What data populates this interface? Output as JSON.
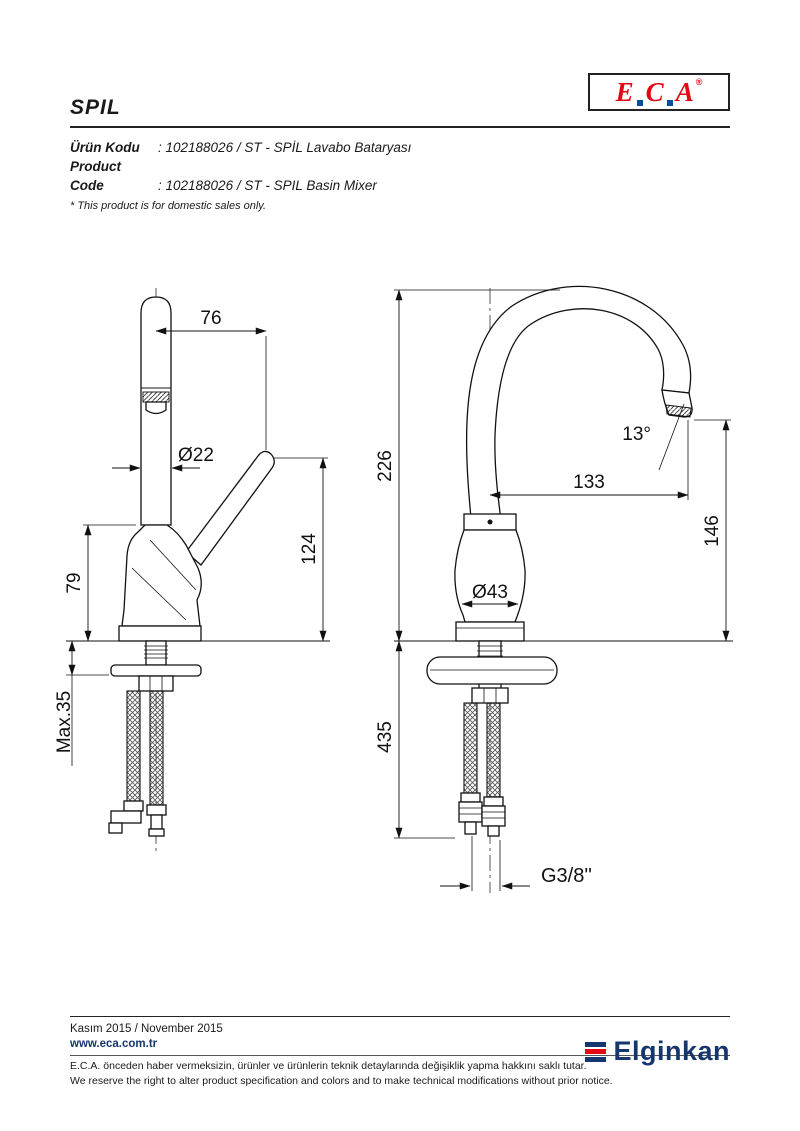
{
  "header": {
    "title": "SPIL",
    "logo_letters": [
      "E",
      "C",
      "A"
    ],
    "logo_reg": "®"
  },
  "product": {
    "label_tr": "Ürün Kodu",
    "value_tr": ": 102188026 / ST - SPİL  Lavabo Bataryası",
    "label_en": "Product Code",
    "value_en": ": 102188026 / ST - SPIL Basin Mixer",
    "note": "* This product is for domestic sales only."
  },
  "drawing": {
    "dims": {
      "top_offset": "76",
      "spout_diameter": "Ø22",
      "spout_height": "124",
      "body_height": "79",
      "deck_max": "Max.35",
      "total_height": "226",
      "outlet_angle": "13°",
      "spout_reach": "133",
      "outlet_height": "146",
      "body_diameter": "Ø43",
      "hose_length": "435",
      "thread_size": "G3/8''"
    }
  },
  "footer": {
    "date": "Kasım 2015 / November 2015",
    "website": "www.eca.com.tr",
    "disclaimer_tr": "E.C.A. önceden haber vermeksizin, ürünler ve ürünlerin teknik detaylarında değişiklik yapma hakkını saklı tutar.",
    "disclaimer_en": "We reserve the right to alter product specification and colors and to make technical modifications without prior notice.",
    "brand": "Elginkan"
  }
}
